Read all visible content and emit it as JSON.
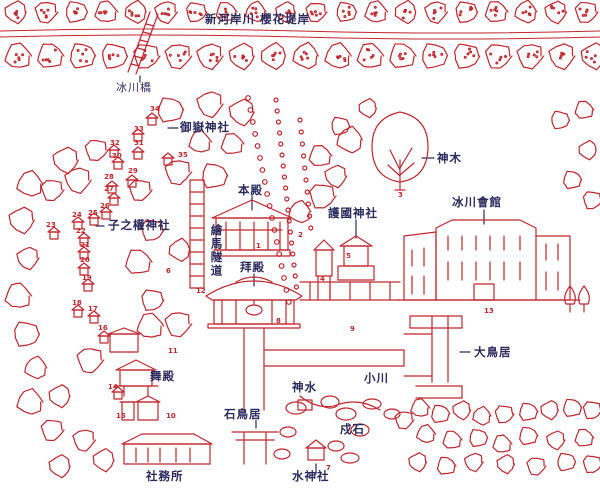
{
  "colors": {
    "ink": "#c0262c",
    "label": "#2a2a5e",
    "background": "#ffffff"
  },
  "labels": {
    "river_bank": "新河岸川 櫻花堤岸",
    "hikawa_bridge": "冰川橋",
    "mitake_shrine": "御嶽神社",
    "shinboku": "神木",
    "honden": "本殿",
    "komonzen_shrine": "護國神社",
    "hikawa_hall": "冰川會館",
    "nenoyama_shrine": "子之權神社",
    "ema_tunnel": "繪馬隧道",
    "haiden": "拜殿",
    "great_torii": "大鳥居",
    "kagura_hall": "舞殿",
    "shinsui": "神水",
    "ogawa": "小川",
    "stone_torii": "石鳥居",
    "shrine_stone": "戍石",
    "office": "社務所",
    "water_shrine": "水神社"
  },
  "numbers": {
    "n34": "34",
    "n33": "33",
    "n32": "32",
    "n31": "31",
    "n30": "30",
    "n29": "29",
    "n28": "28",
    "n27": "27",
    "n26": "26",
    "n25": "25",
    "n24": "24",
    "n23": "23",
    "n22": "22",
    "n21": "21",
    "n20": "20",
    "n19": "19",
    "n18": "18",
    "n17": "17",
    "n16": "16",
    "n15": "15",
    "n14": "14",
    "n13": "13",
    "n12": "12",
    "n11": "11",
    "n10": "10",
    "n9": "9",
    "n8": "8",
    "n7": "7",
    "n6": "6",
    "n5": "5",
    "n4": "4",
    "n3": "3",
    "n2": "2",
    "n1": "1",
    "n35": "35"
  }
}
